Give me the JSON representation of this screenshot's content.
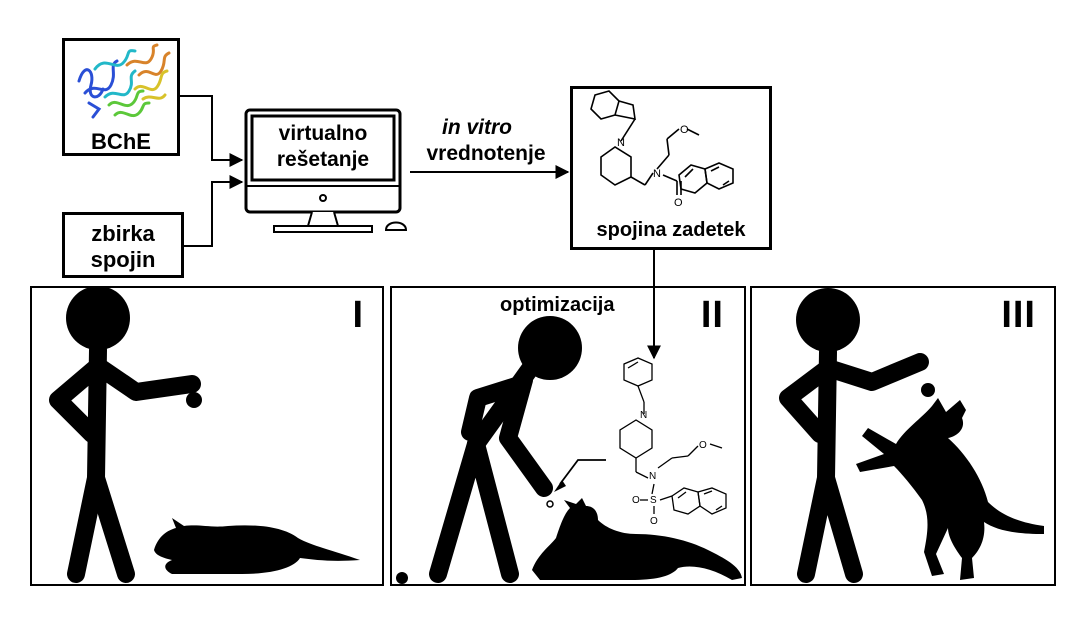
{
  "top": {
    "bche_label": "BChE",
    "library_label_line1": "zbirka",
    "library_label_line2": "spojin",
    "screen_label_line1": "virtualno",
    "screen_label_line2": "rešetanje",
    "arrow_label_italic": "in vitro",
    "arrow_label_line2": "vrednotenje",
    "hit_label": "spojina zadetek"
  },
  "panels": {
    "panel1_numeral": "I",
    "panel2_numeral": "II",
    "panel3_numeral": "III",
    "optimization_label": "optimizacija"
  },
  "molecules": {
    "hit_atoms": [
      "N",
      "O",
      "N",
      "O"
    ],
    "optimized_atoms": [
      "N",
      "O",
      "N",
      "S",
      "O",
      "O"
    ]
  },
  "colors": {
    "ink": "#000000",
    "background": "#ffffff",
    "protein_blue": "#2a4fd6",
    "protein_cyan": "#22b8c8",
    "protein_green": "#5cc83a",
    "protein_yellow": "#d8c22a",
    "protein_orange": "#d8832a"
  }
}
